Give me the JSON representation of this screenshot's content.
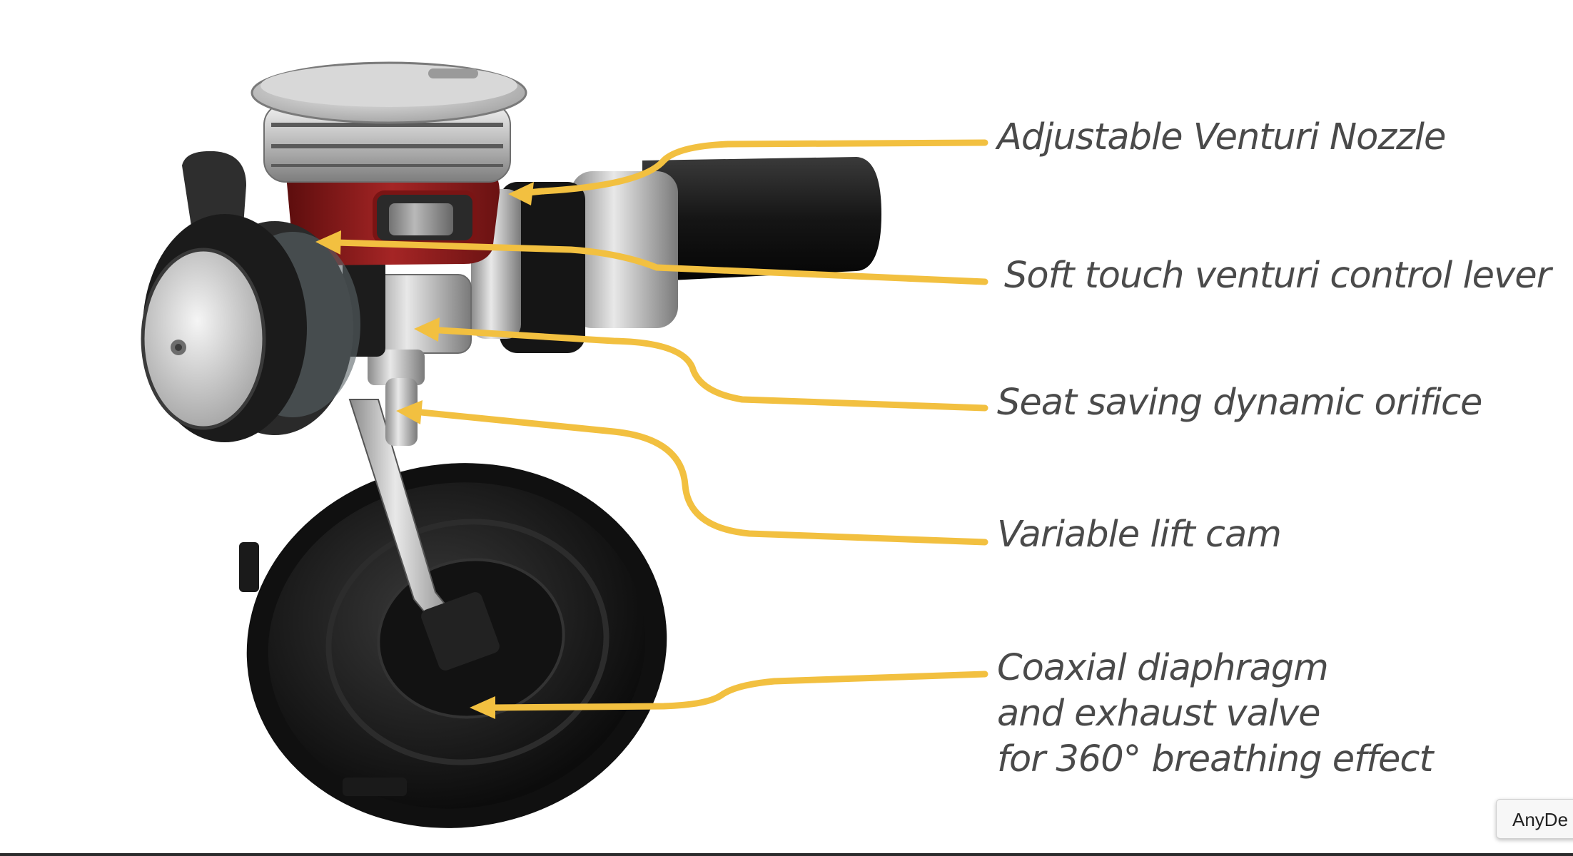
{
  "colors": {
    "leader_line": "#f2c040",
    "label_text": "#4a4a4a",
    "regulator_body": "#1e1e1e",
    "chrome": "#c8c8c8",
    "red_housing": "#8e1c1c"
  },
  "callouts": [
    {
      "label": "Adjustable Venturi Nozzle"
    },
    {
      "label": "Soft touch venturi control lever"
    },
    {
      "label": "Seat saving dynamic orifice"
    },
    {
      "label": "Variable lift cam"
    },
    {
      "label_lines": [
        "Coaxial diaphragm",
        "and exhaust valve",
        "for 360° breathing effect"
      ]
    }
  ],
  "overlay": {
    "tooltip_text": "AnyDe"
  }
}
